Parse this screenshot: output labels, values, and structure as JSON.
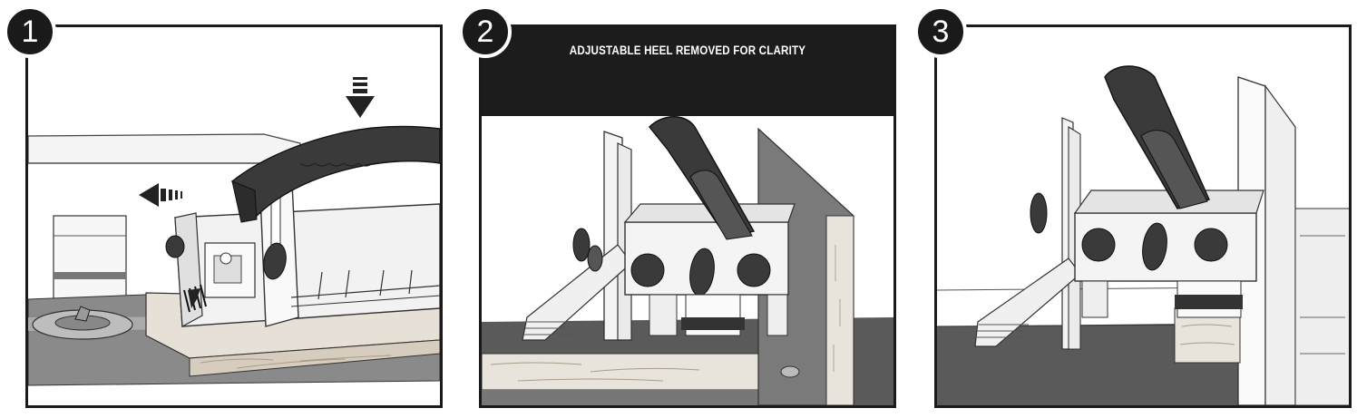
{
  "steps": [
    {
      "number": "1"
    },
    {
      "number": "2",
      "caption": "ADJUSTABLE HEEL REMOVED FOR CLARITY"
    },
    {
      "number": "3"
    }
  ],
  "colors": {
    "outline": "#1a1a1a",
    "banner": "#1c1c1c",
    "handle": "#3a3a3a",
    "table": "#555555",
    "wood": "#e6e0d6"
  },
  "icons": [
    "arrow-down-icon",
    "arrow-left-icon"
  ]
}
